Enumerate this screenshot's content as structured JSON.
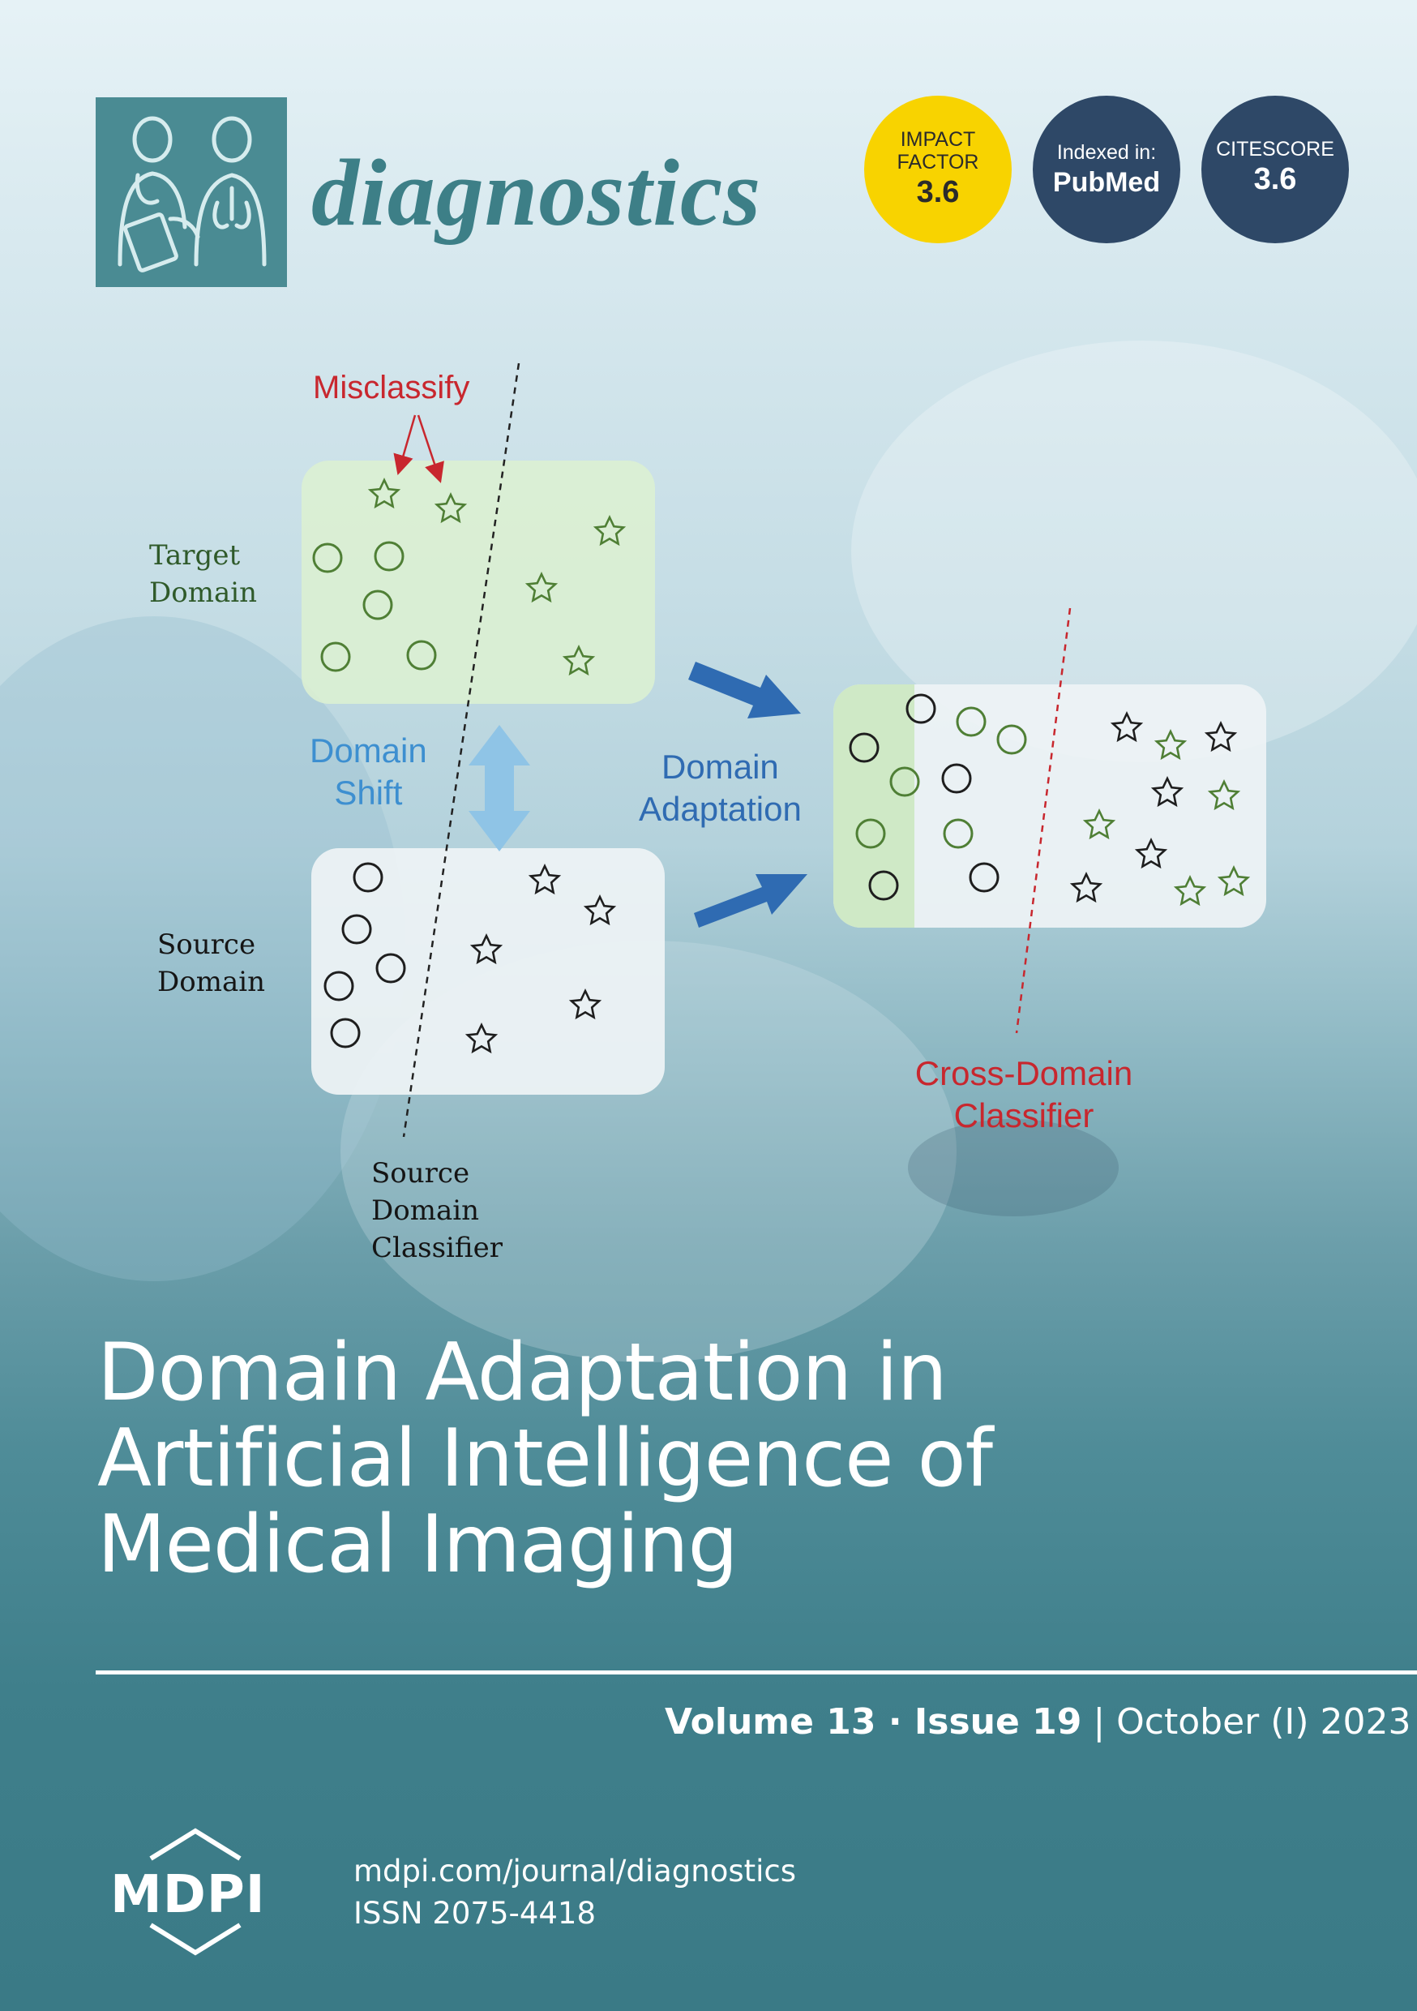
{
  "journal": {
    "name": "diagnostics"
  },
  "badges": {
    "impact_factor": {
      "label_line1": "IMPACT",
      "label_line2": "FACTOR",
      "value": "3.6"
    },
    "pubmed": {
      "label": "Indexed in:",
      "value": "PubMed"
    },
    "citescore": {
      "label": "CITESCORE",
      "value": "3.6"
    }
  },
  "figure": {
    "misclassify": "Misclassify",
    "target_domain_line1": "Target",
    "target_domain_line2": "Domain",
    "domain_shift_line1": "Domain",
    "domain_shift_line2": "Shift",
    "source_domain_line1": "Source",
    "source_domain_line2": "Domain",
    "domain_adaptation_line1": "Domain",
    "domain_adaptation_line2": "Adaptation",
    "source_classifier_line1": "Source",
    "source_classifier_line2": "Domain",
    "source_classifier_line3": "Classifier",
    "cross_domain_line1": "Cross-Domain",
    "cross_domain_line2": "Classifier",
    "colors": {
      "red": "#c8272e",
      "blue": "#3d8fd0",
      "green": "#5c8a3c",
      "dark_green": "#2f5a2a"
    }
  },
  "title": {
    "line1": "Domain Adaptation in",
    "line2": "Artificial Intelligence of",
    "line3": "Medical Imaging"
  },
  "issue": {
    "volume": "Volume 13",
    "separator": " · ",
    "issue": "Issue 19",
    "divider": " | ",
    "date": "October (I) 2023"
  },
  "footer": {
    "publisher": "MDPI",
    "url": "mdpi.com/journal/diagnostics",
    "issn": "ISSN  2075-4418"
  }
}
